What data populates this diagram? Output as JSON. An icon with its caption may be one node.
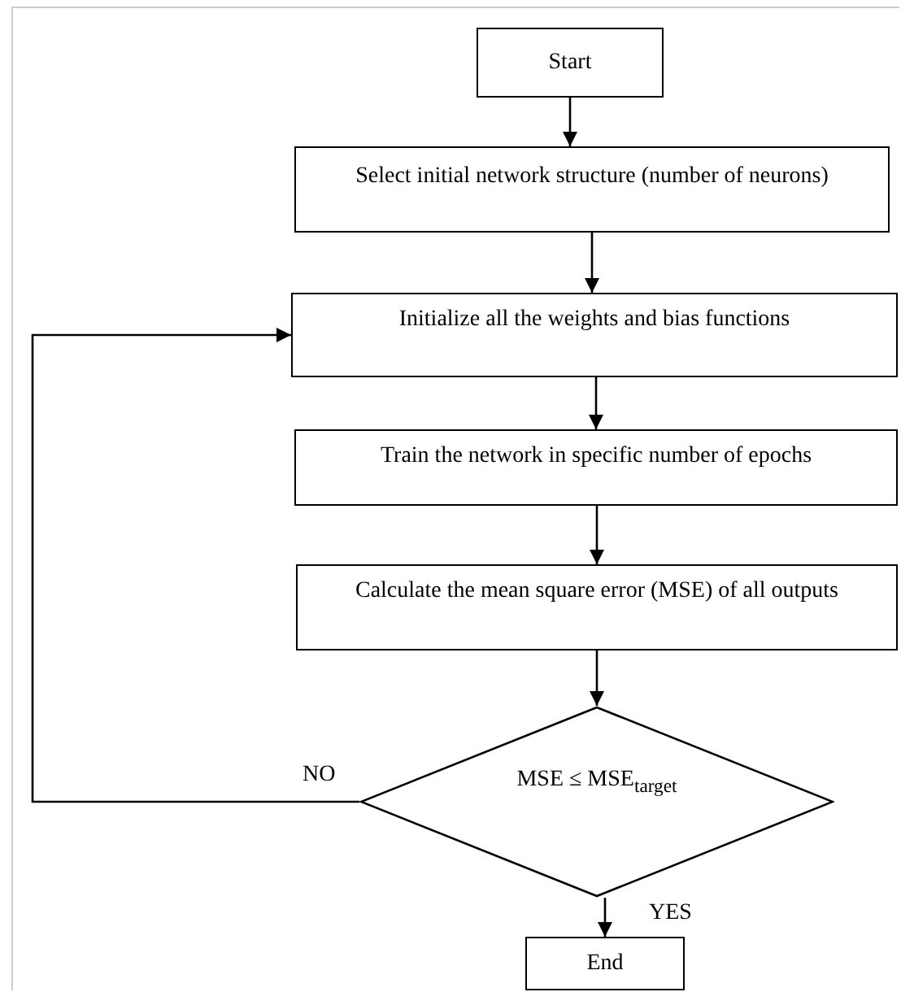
{
  "diagram": {
    "nodes": [
      {
        "text": [
          "Start"
        ]
      },
      {
        "text": [
          "Select initial network structure (number of neurons)"
        ]
      },
      {
        "text": [
          "Initialize all the weights and bias functions"
        ]
      },
      {
        "text": [
          "Train the network in specific number of epochs"
        ]
      },
      {
        "text": [
          "Calculate the mean square error (MSE) of all outputs"
        ]
      },
      {
        "text": [
          "MSE ≤ MSE$_{target}$"
        ]
      },
      {
        "text": [
          "End"
        ]
      }
    ],
    "edges": [
      {
        "from": 0,
        "to": 1,
        "arrow": "to"
      },
      {
        "from": 1,
        "to": 2,
        "arrow": "to"
      },
      {
        "from": 2,
        "to": 3,
        "arrow": "to"
      },
      {
        "from": 3,
        "to": 4,
        "arrow": "to"
      },
      {
        "from": 4,
        "to": 5,
        "arrow": "to"
      },
      {
        "from": 5,
        "to": 2,
        "arrow": "to",
        "label": "NO"
      },
      {
        "from": 5,
        "to": 6,
        "arrow": "to",
        "label": "YES"
      }
    ]
  }
}
